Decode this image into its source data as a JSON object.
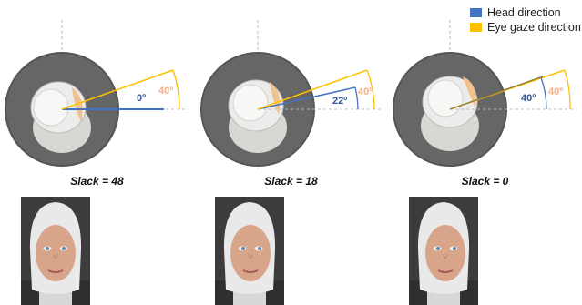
{
  "legend": {
    "head": {
      "label": "Head direction",
      "color": "#4472C4"
    },
    "gaze": {
      "label": "Eye gaze direction",
      "color": "#FFC000"
    }
  },
  "panels": [
    {
      "head_angle_label": "0º",
      "gaze_angle_label": "40º",
      "slack_label": "Slack = 48"
    },
    {
      "head_angle_label": "22º",
      "gaze_angle_label": "40º",
      "slack_label": "Slack = 18"
    },
    {
      "head_angle_label": "40º",
      "gaze_angle_label": "40º",
      "slack_label": "Slack = 0"
    }
  ],
  "colors": {
    "angle_head_text": "#2F5597",
    "angle_gaze_text": "#F4B183",
    "dish": "#666666"
  }
}
